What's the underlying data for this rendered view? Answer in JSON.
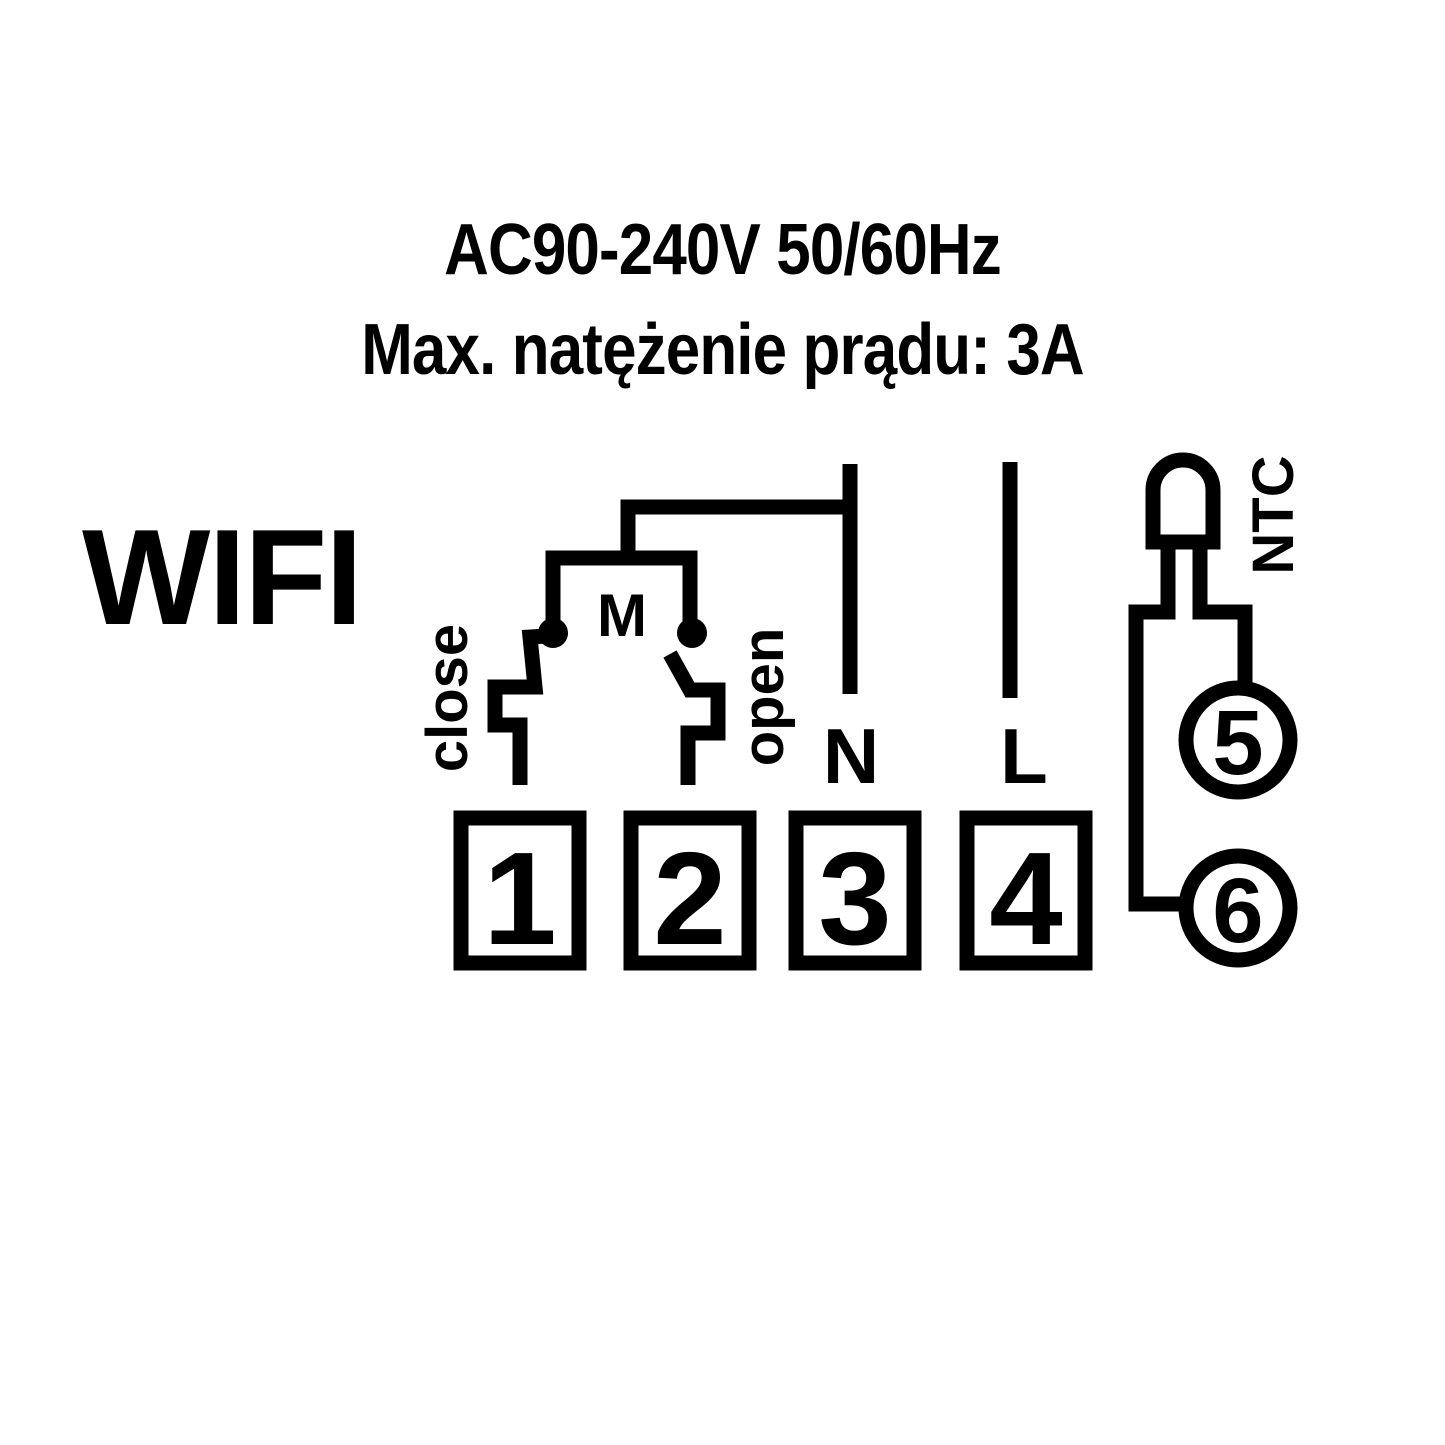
{
  "header": {
    "supply_voltage": "AC90-240V 50/60Hz",
    "max_current": "Max. natężenie prądu: 3A"
  },
  "badge": {
    "label": "WIFI"
  },
  "motor": {
    "label": "M"
  },
  "labels": {
    "close": "close",
    "open": "open",
    "neutral": "N",
    "live": "L",
    "sensor": "NTC"
  },
  "terminals": [
    {
      "number": "1",
      "function": "close"
    },
    {
      "number": "2",
      "function": "open"
    },
    {
      "number": "3",
      "function": "N"
    },
    {
      "number": "4",
      "function": "L"
    },
    {
      "number": "5",
      "function": "NTC"
    },
    {
      "number": "6",
      "function": "NTC"
    }
  ],
  "colors": {
    "ink": "#000000",
    "background": "#ffffff"
  }
}
